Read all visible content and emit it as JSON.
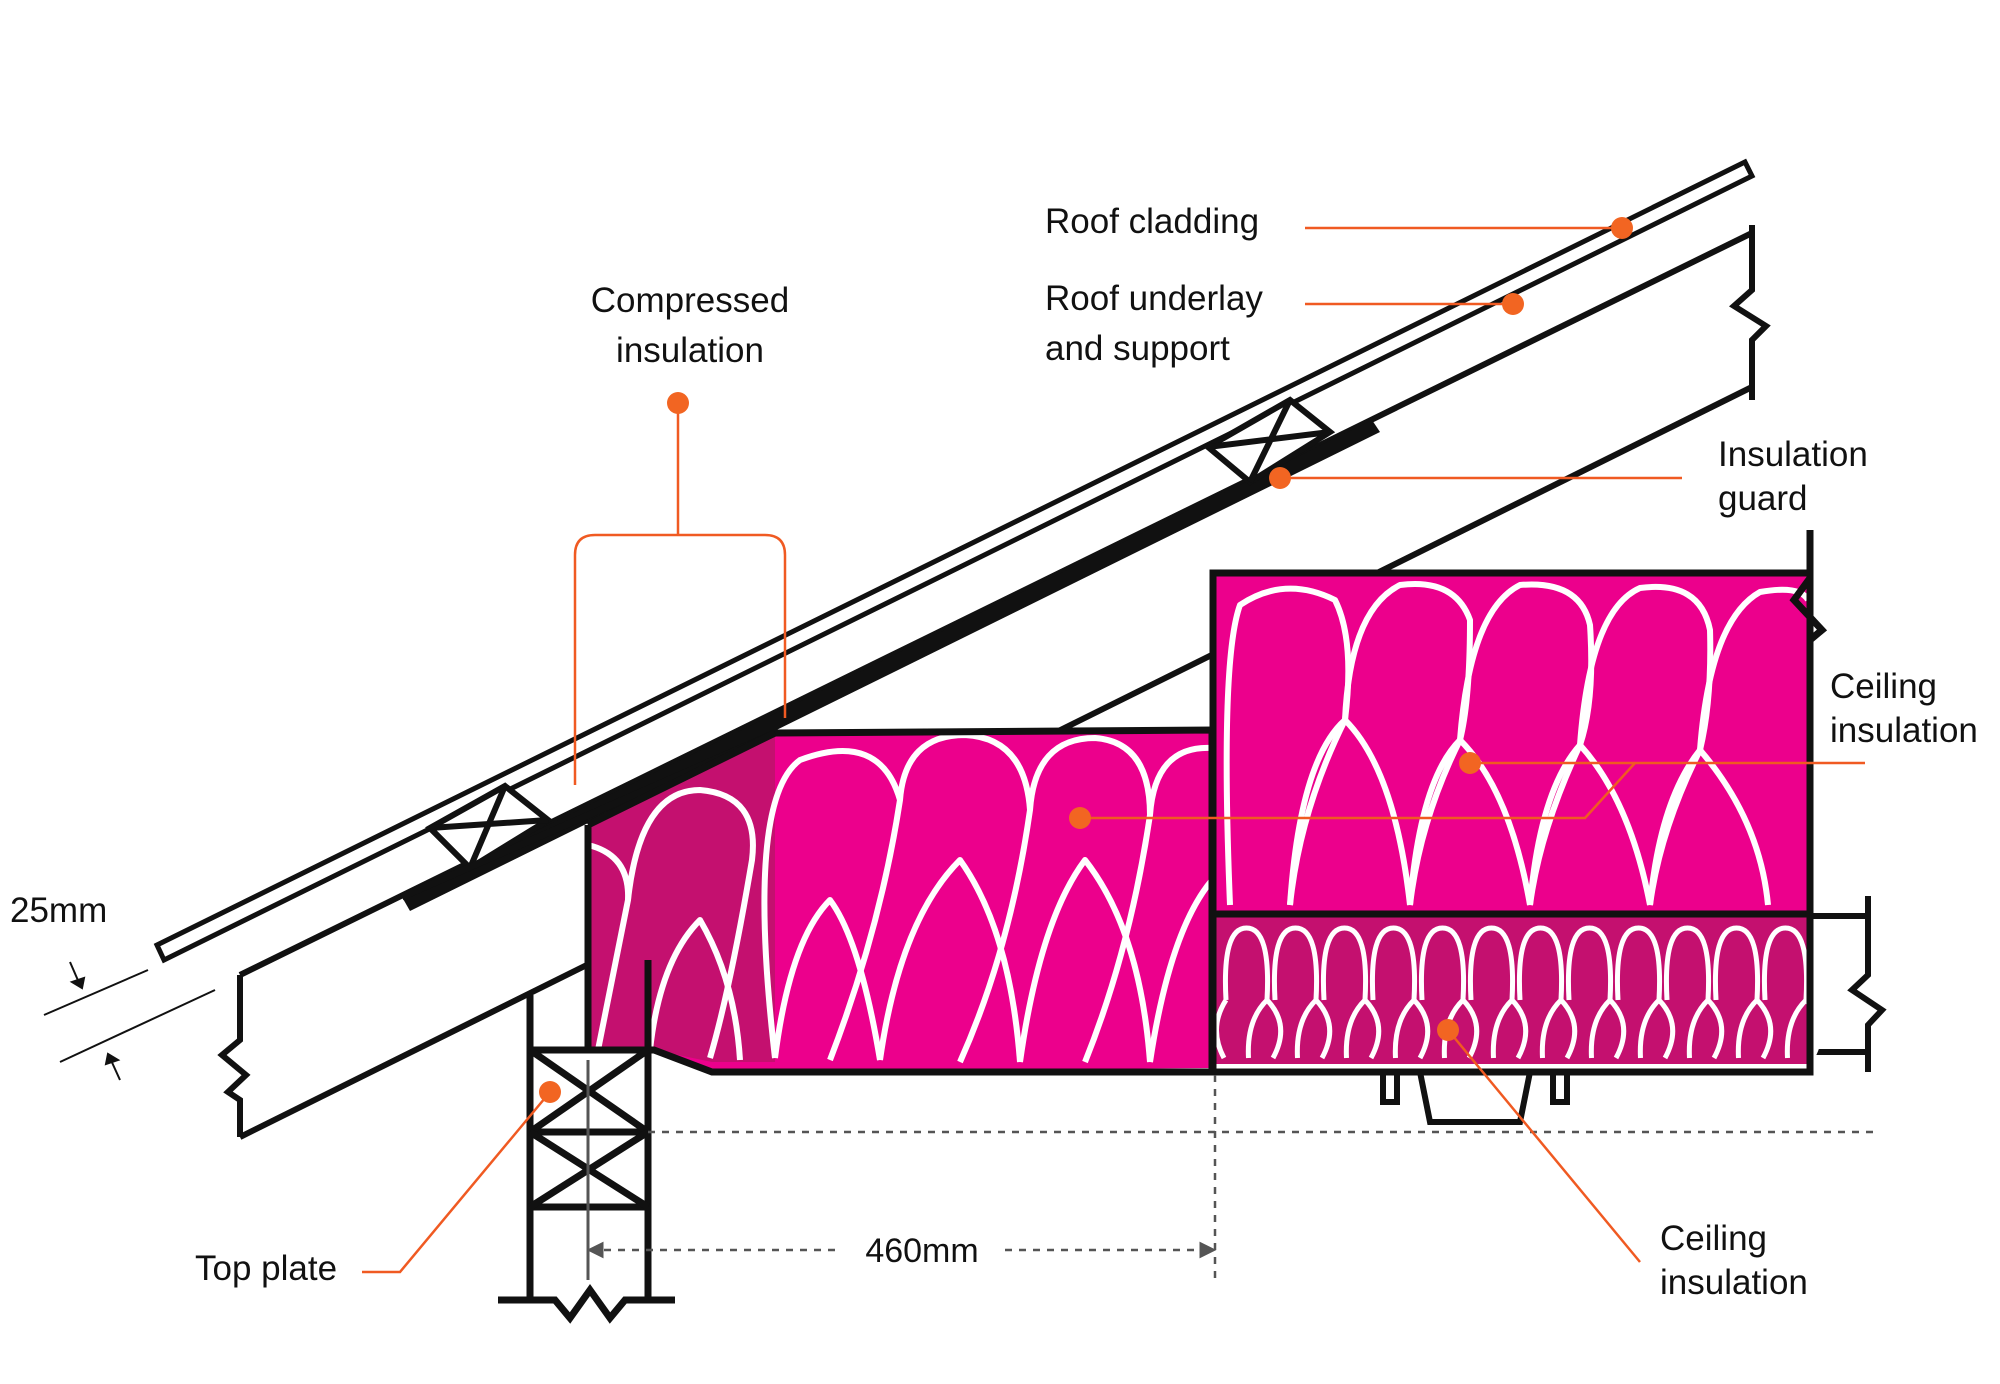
{
  "colors": {
    "line": "#111111",
    "leader": "#f05a22",
    "dot": "#f26522",
    "insulation": "#ec008c",
    "insulation_dark": "#c4106f",
    "insulation_lines": "#ffffff",
    "background": "#ffffff"
  },
  "labels": {
    "roof_cladding": "Roof cladding",
    "roof_underlay_line1": "Roof underlay",
    "roof_underlay_line2": "and support",
    "compressed_line1": "Compressed",
    "compressed_line2": "insulation",
    "insulation_guard_line1": "Insulation",
    "insulation_guard_line2": "guard",
    "ceiling_insulation_upper_line1": "Ceiling",
    "ceiling_insulation_upper_line2": "insulation",
    "ceiling_insulation_lower_line1": "Ceiling",
    "ceiling_insulation_lower_line2": "insulation",
    "top_plate": "Top plate",
    "gap_dimension": "25mm",
    "span_dimension": "460mm"
  }
}
